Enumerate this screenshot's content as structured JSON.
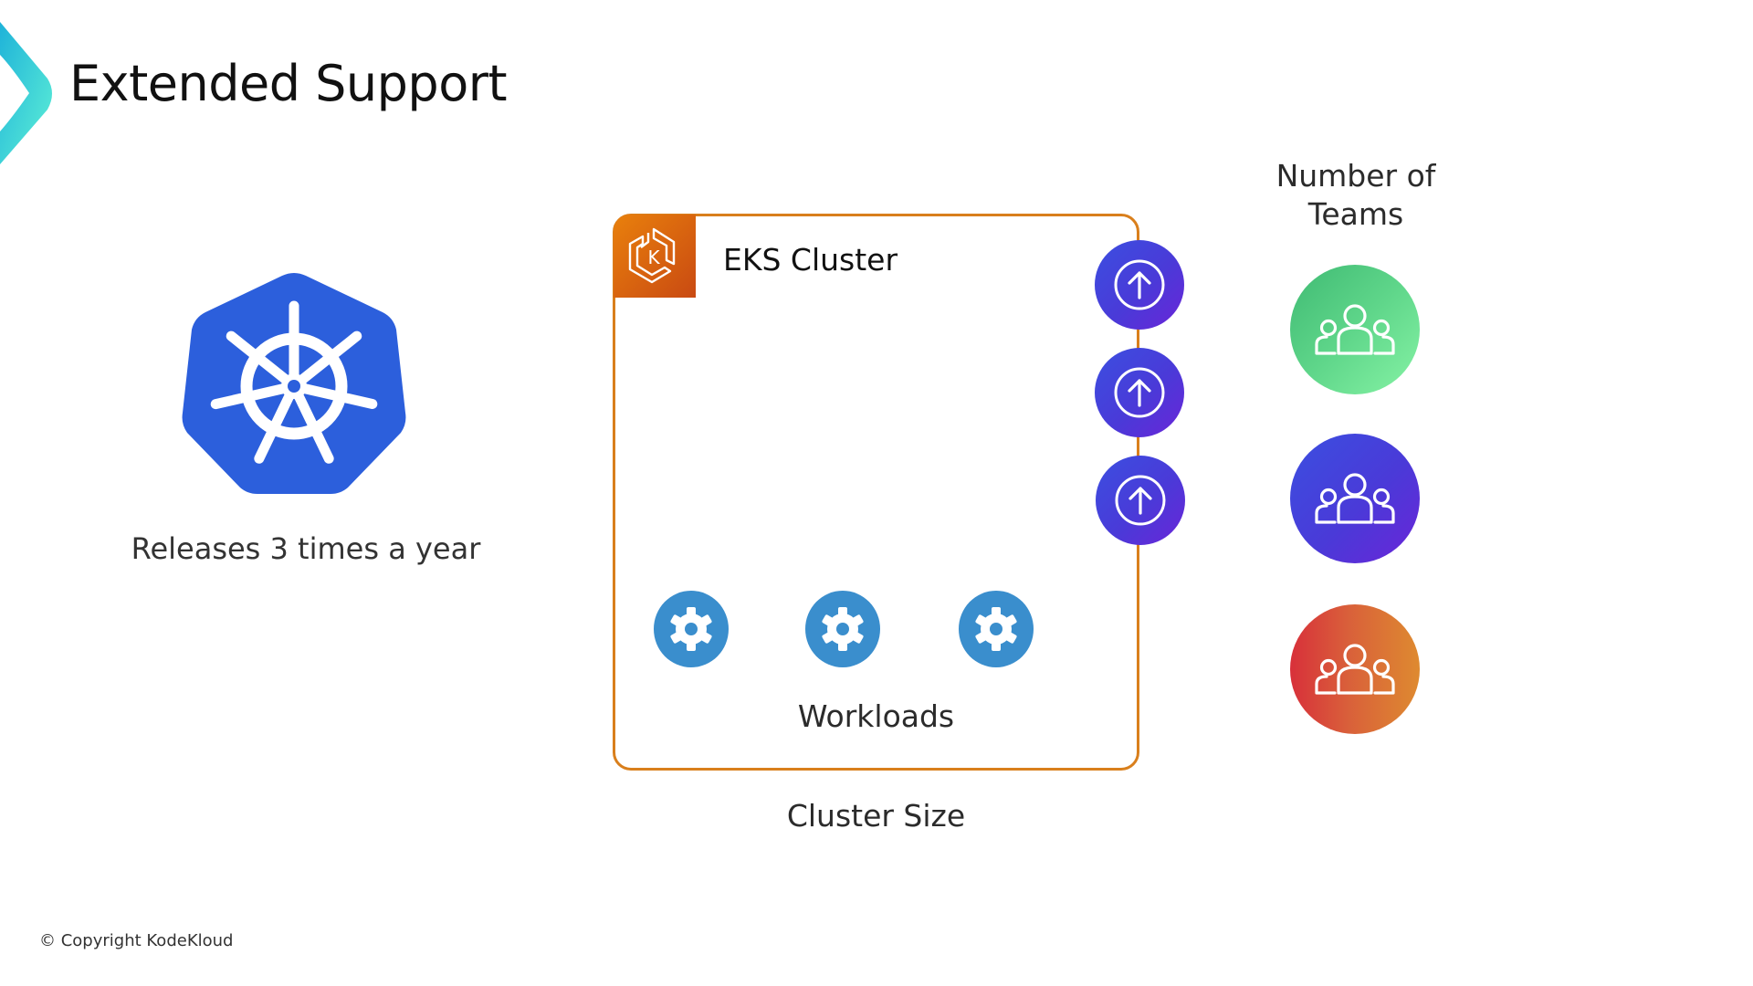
{
  "slide": {
    "title": "Extended Support",
    "copyright": "© Copyright KodeKloud"
  },
  "kubernetes": {
    "icon": "kubernetes-helm-wheel-icon",
    "caption": "Releases 3 times a year",
    "logo_color": "#326ce5"
  },
  "cluster": {
    "title": "EKS Cluster",
    "icon": "amazon-eks-icon",
    "border_color": "#d97f1c",
    "scale_indicators": [
      {
        "icon": "arrow-up-circle-icon"
      },
      {
        "icon": "arrow-up-circle-icon"
      },
      {
        "icon": "arrow-up-circle-icon"
      }
    ],
    "workloads": [
      {
        "icon": "gear-icon"
      },
      {
        "icon": "gear-icon"
      },
      {
        "icon": "gear-icon"
      }
    ],
    "workloads_label": "Workloads",
    "size_label": "Cluster Size"
  },
  "teams": {
    "heading": "Number of Teams",
    "items": [
      {
        "icon": "users-group-icon",
        "color": "#5fd68a"
      },
      {
        "icon": "users-group-icon",
        "color": "#4a3ad8"
      },
      {
        "icon": "users-group-icon",
        "color": "#d9603a"
      }
    ]
  }
}
